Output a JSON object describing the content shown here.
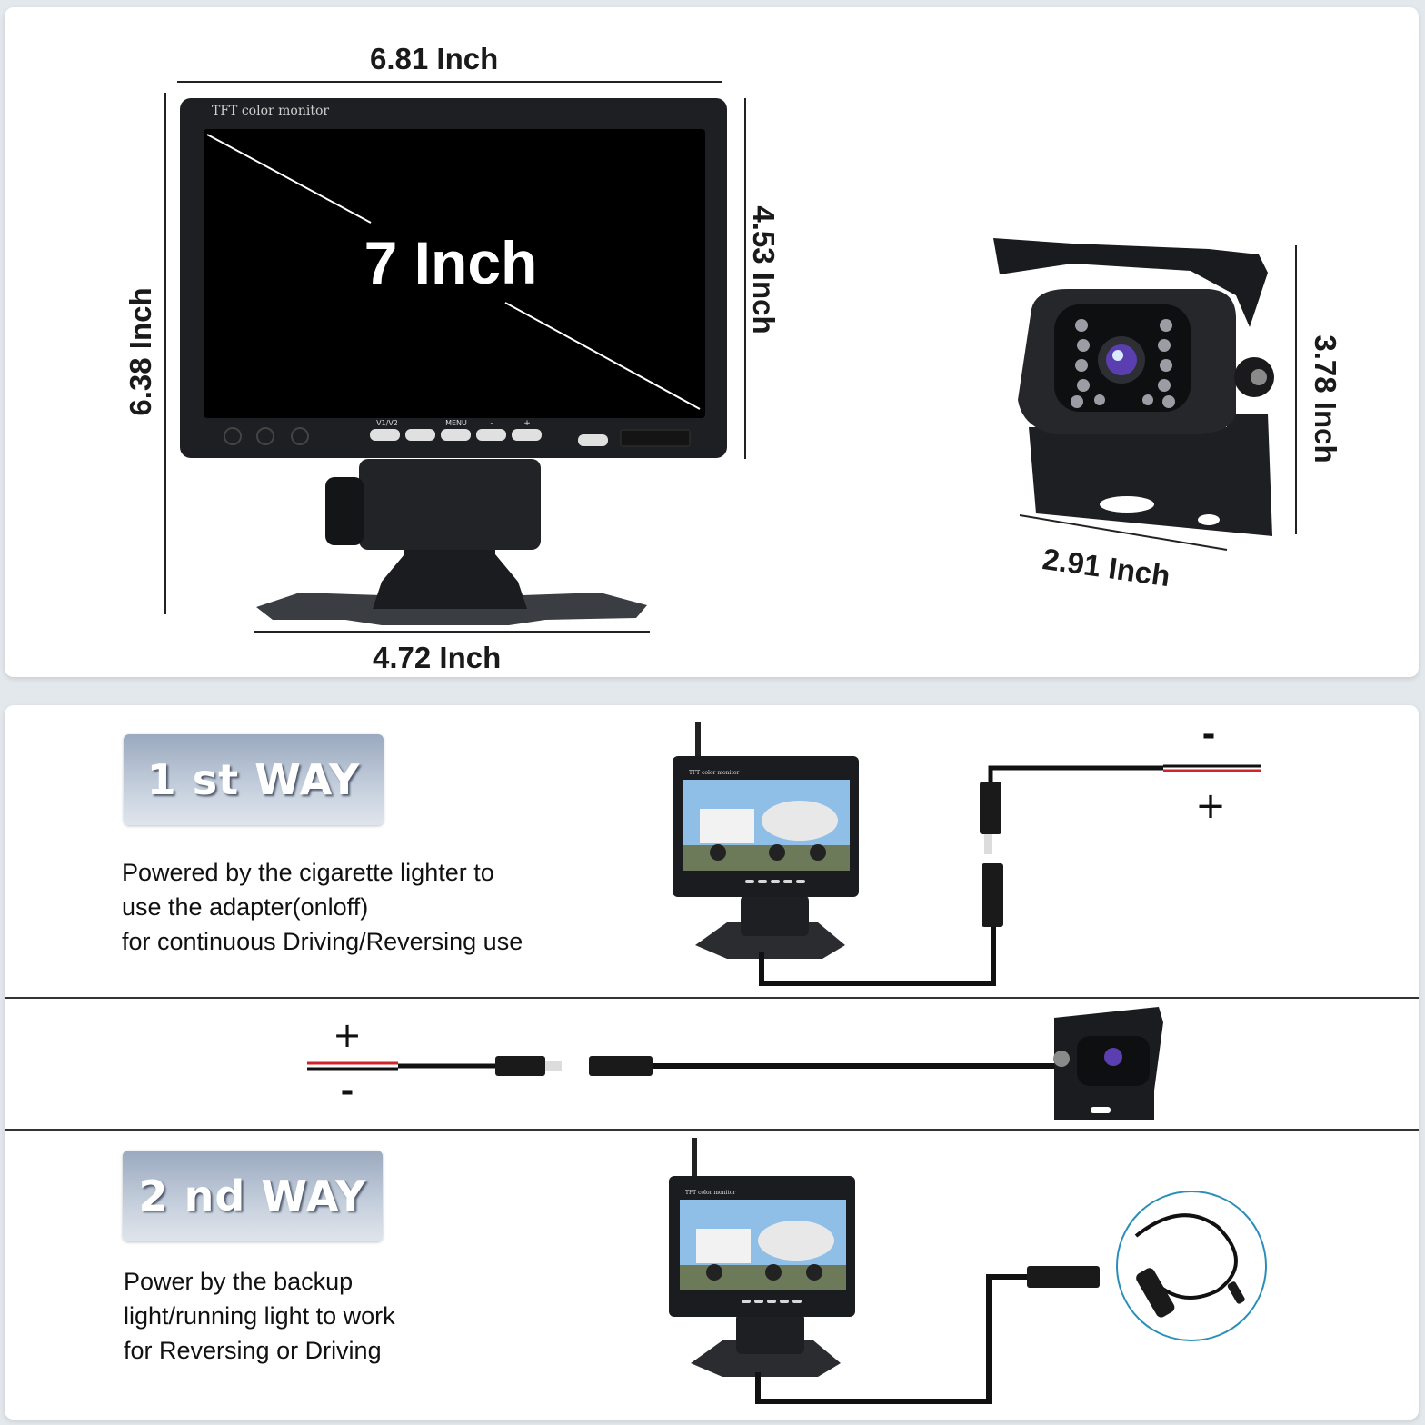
{
  "top": {
    "monitor_label": "TFT color monitor",
    "screen_size": "7 Inch",
    "monitor_width": "6.81 Inch",
    "monitor_height": "6.38 Inch",
    "screen_height": "4.53 Inch",
    "base_width": "4.72 Inch",
    "camera_height": "3.78 Inch",
    "camera_width": "2.91 Inch",
    "button_labels": [
      "V1/V2",
      "",
      "MENU",
      "-",
      "+"
    ]
  },
  "way1": {
    "title": "1 st WAY",
    "lines": [
      "Powered by the cigarette lighter to",
      "use the adapter(onloff)",
      "for continuous Driving/Reversing use"
    ],
    "minus": "-",
    "plus": "+",
    "monitor_label": "TFT color monitor"
  },
  "camera_row": {
    "plus": "+",
    "minus": "-"
  },
  "way2": {
    "title": "2 nd WAY",
    "lines": [
      "Power by the backup",
      "light/running light to work",
      "for Reversing or Driving"
    ],
    "monitor_label": "TFT color monitor"
  },
  "colors": {
    "badge_top": "#9aa9bf",
    "wire_red": "#d0232a",
    "panel": "#ffffff",
    "background": "#e3e8ec"
  }
}
